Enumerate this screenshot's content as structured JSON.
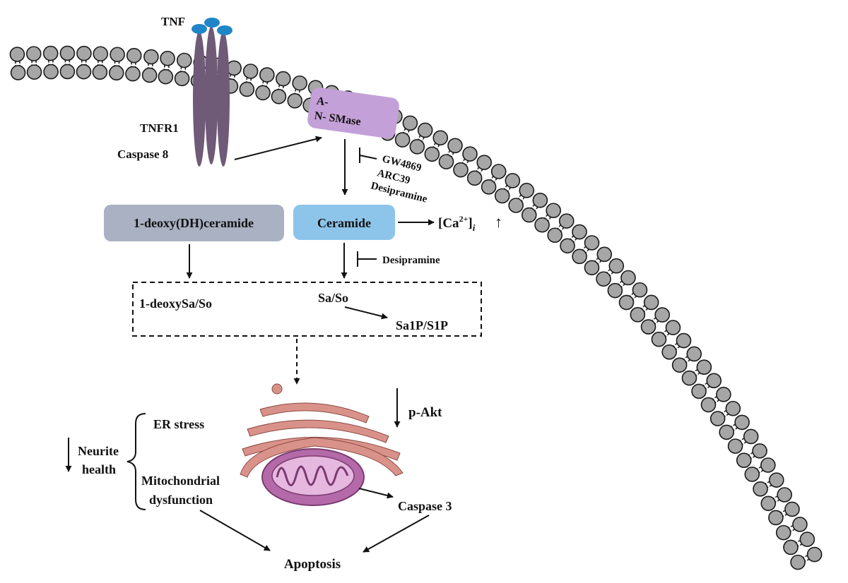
{
  "membrane": {
    "bead_color": "#a6a6a6",
    "bead_stroke": "#1a1a1a"
  },
  "receptor": {
    "tnf_label": "TNF",
    "receptor_label": "TNFR1",
    "caspase8_label": "Caspase 8",
    "tnf_color": "#1f86c8",
    "receptor_color": "#6f5a78"
  },
  "smase": {
    "label_line1": "A-",
    "label_line2": "N- SMase",
    "color": "#c4a0d8"
  },
  "inhibitors_top": [
    "GW4869",
    "ARC39",
    "Desipramine"
  ],
  "boxes": {
    "deoxy_ceramide": {
      "label": "1-deoxy(DH)ceramide",
      "color": "#a9b1c2"
    },
    "ceramide": {
      "label": "Ceramide",
      "color": "#8dc4ea"
    }
  },
  "calcium": {
    "prefix": "[Ca",
    "superscript": "2+",
    "suffix": "]",
    "subscript": "i",
    "arrow": "↑"
  },
  "inhibitor_bottom": "Desipramine",
  "dashed_box": {
    "deoxy_sa_so": "1-deoxySa/So",
    "sa_so": "Sa/So",
    "sa1p_s1p": "Sa1P/S1P"
  },
  "cell": {
    "p_akt": "p-Akt",
    "er_stress": "ER stress",
    "neurite_line1": "Neurite",
    "neurite_line2": "health",
    "mito_line1": "Mitochondrial",
    "mito_line2": "dysfunction",
    "caspase3": "Caspase 3",
    "apoptosis": "Apoptosis",
    "er_color": "#d9928a",
    "mito_color": "#b46aa8"
  }
}
